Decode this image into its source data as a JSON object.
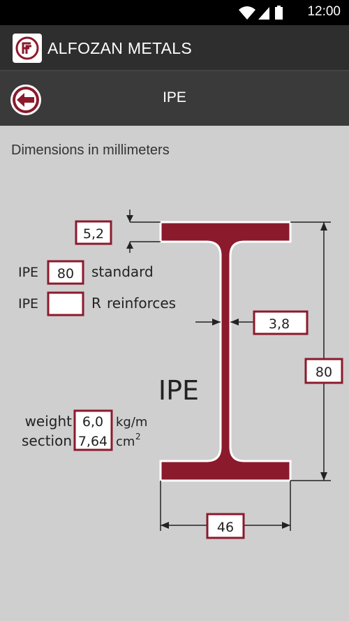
{
  "status_bar": {
    "time": "12:00"
  },
  "app": {
    "title": "ALFOZAN METALS"
  },
  "page": {
    "title": "IPE"
  },
  "heading": "Dimensions in millimeters",
  "diagram": {
    "flange_thickness": "5,2",
    "profile_height": "80",
    "web_thickness": "3,8",
    "flange_width": "46",
    "profile_name": "IPE",
    "standard": {
      "prefix": "IPE",
      "value": "80",
      "label": "standard"
    },
    "reinforced": {
      "prefix": "IPE",
      "value": "",
      "suffix": "R",
      "label": "reinforces"
    },
    "weight": {
      "label": "weight",
      "value": "6,0",
      "unit": "kg/m"
    },
    "section": {
      "label": "section",
      "value": "7,64",
      "unit": "cm",
      "unit_exponent": "2"
    }
  },
  "colors": {
    "beam": "#8b1a2c",
    "box_border": "#8b1a2c",
    "background": "#cfcfcf",
    "action_bar": "#2e2e2e"
  }
}
